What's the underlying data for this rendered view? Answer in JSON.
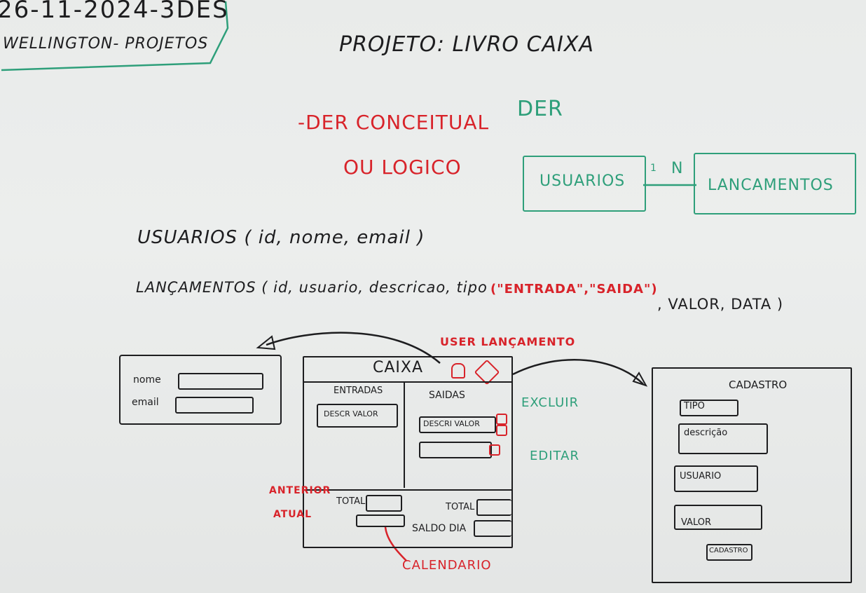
{
  "header": {
    "date_line": "26-11-2024-3DES",
    "author_line": "WELLINGTON- PROJETOS",
    "project_title": "PROJETO: LIVRO CAIXA"
  },
  "der_section": {
    "red_line1": "-DER CONCEITUAL",
    "red_line2": "OU LOGICO",
    "green_title": "DER",
    "entity_left": "USUARIOS",
    "cardinality_left": "1",
    "cardinality_right": "N",
    "entity_right": "LANCAMENTOS"
  },
  "schema": {
    "usuarios": "USUARIOS ( id, nome, email )",
    "lancamentos_prefix": "LANÇAMENTOS ( id, usuario, descricao, tipo",
    "lancamentos_enum": "(\"ENTRADA\",\"SAIDA\")",
    "lancamentos_suffix": ", VALOR, DATA )"
  },
  "user_form": {
    "nome_label": "nome",
    "email_label": "email"
  },
  "caixa_screen": {
    "annotation_top": "USER LANÇAMENTO",
    "title": "CAIXA",
    "entradas_header": "ENTRADAS",
    "saidas_header": "SAIDAS",
    "entrada_row": "DESCR VALOR",
    "saida_row": "DESCRI VALOR",
    "excluir_note": "EXCLUIR",
    "editar_note": "EDITAR",
    "total_left": "TOTAL",
    "total_right": "TOTAL",
    "saldo_dia": "SALDO DIA",
    "anterior_note": "ANTERIOR",
    "atual_note": "ATUAL",
    "calendario_note": "CALENDARIO"
  },
  "cadastro_form": {
    "title": "CADASTRO",
    "tipo_label": "TIPO",
    "descricao_label": "descrição",
    "usuario_label": "USUARIO",
    "valor_label": "VALOR",
    "submit_label": "CADASTRO"
  },
  "colors": {
    "ink_black": "#1d1d1f",
    "ink_red": "#d8232a",
    "ink_green": "#2e9f7a",
    "board": "#eceeed"
  }
}
